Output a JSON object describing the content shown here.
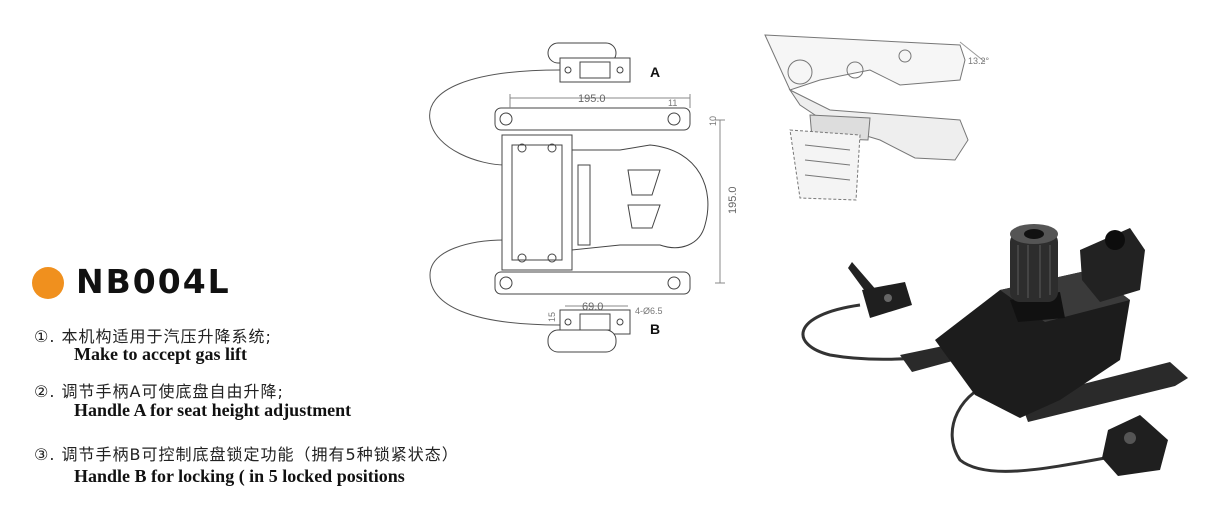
{
  "product": {
    "model": "NB004L",
    "accent_color": "#f0901e"
  },
  "features": [
    {
      "num": "①.",
      "cn": "本机构适用于汽压升降系统;",
      "en": "Make to accept gas lift"
    },
    {
      "num": "②.",
      "cn": "调节手柄A可使底盘自由升降;",
      "en": "Handle A for seat height adjustment"
    },
    {
      "num": "③.",
      "cn": "调节手柄B可控制底盘锁定功能（拥有5种锁紧状态）",
      "en": "Handle B for locking ( in 5 locked positions"
    }
  ],
  "drawing": {
    "label_a": "A",
    "label_b": "B",
    "dim_width": "195.0",
    "dim_height": "195.0",
    "dim_handle": "69.0",
    "dim_hole": "4-Ø6.5",
    "dim_small_1": "11",
    "dim_small_2": "10",
    "dim_small_3": "15",
    "angle": "13.2°"
  }
}
